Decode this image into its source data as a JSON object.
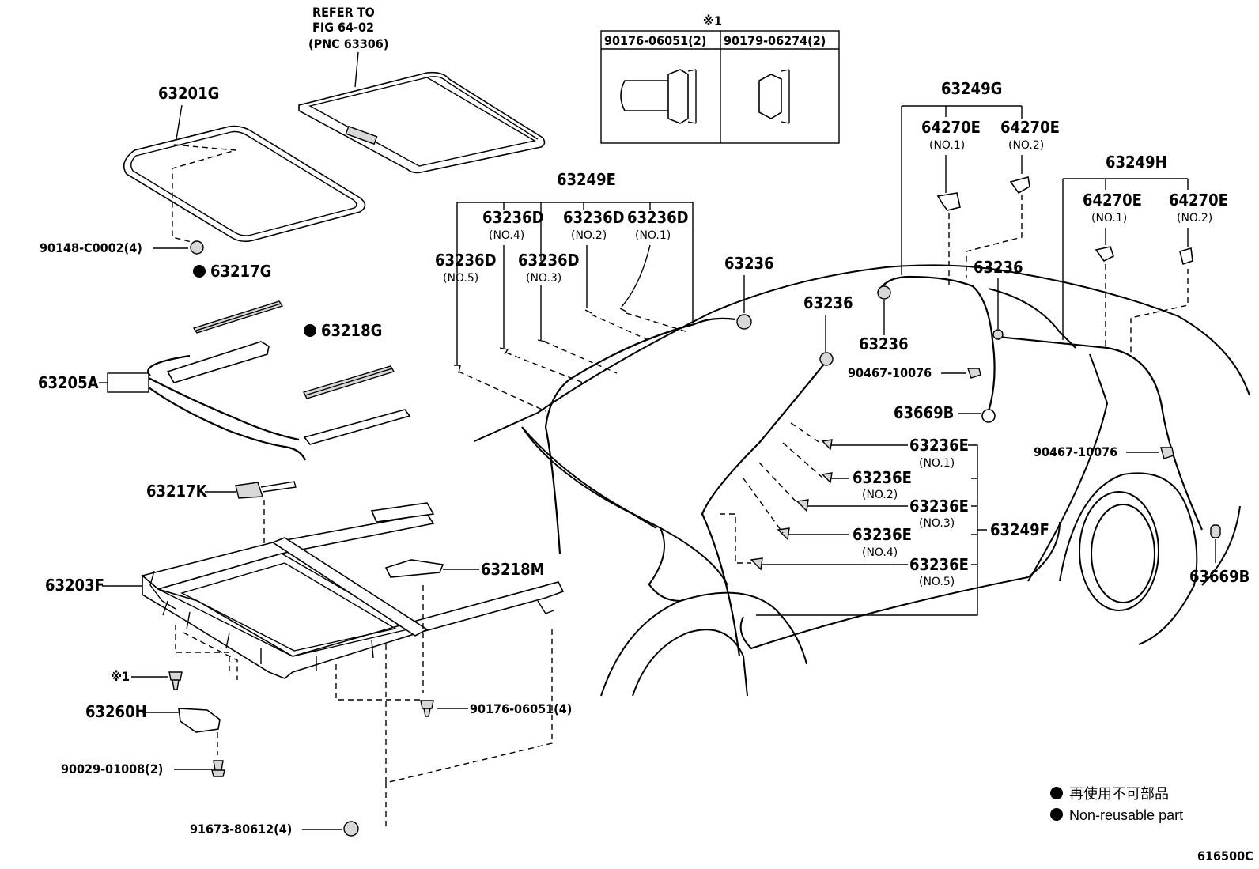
{
  "refer": {
    "line1": "REFER TO",
    "line2": "FIG 64-02",
    "line3": "(PNC 63306)"
  },
  "note_table": {
    "marker": "※1",
    "col1": "90176-06051(2)",
    "col2": "90179-06274(2)"
  },
  "labels": {
    "p63201G": "63201G",
    "p90148": "90148-C0002(4)",
    "p63217G": "63217G",
    "p63218G": "63218G",
    "p63205A": "63205A",
    "p63217K": "63217K",
    "p63218M": "63218M",
    "p63203F": "63203F",
    "note1": "※1",
    "p90176b": "90176-06051(4)",
    "p63260H": "63260H",
    "p90029": "90029-01008(2)",
    "p91673": "91673-80612(4)",
    "p63249E": "63249E",
    "d5": "63236D",
    "d5n": "(NO.5)",
    "d4": "63236D",
    "d4n": "(NO.4)",
    "d3": "63236D",
    "d3n": "(NO.3)",
    "d2": "63236D",
    "d2n": "(NO.2)",
    "d1": "63236D",
    "d1n": "(NO.1)",
    "p63236a": "63236",
    "p63236b": "63236",
    "p63249G": "63249G",
    "g1": "64270E",
    "g1n": "(NO.1)",
    "g2": "64270E",
    "g2n": "(NO.2)",
    "p63236c": "63236",
    "p63236d": "63236",
    "p90467a": "90467-10076",
    "p63669Ba": "63669B",
    "p63249H": "63249H",
    "h1": "64270E",
    "h1n": "(NO.1)",
    "h2": "64270E",
    "h2n": "(NO.2)",
    "e1": "63236E",
    "e1n": "(NO.1)",
    "e2": "63236E",
    "e2n": "(NO.2)",
    "e3": "63236E",
    "e3n": "(NO.3)",
    "e4": "63236E",
    "e4n": "(NO.4)",
    "e5": "63236E",
    "e5n": "(NO.5)",
    "p63249F": "63249F",
    "p90467b": "90467-10076",
    "p63669Bb": "63669B"
  },
  "legend": {
    "jp": "再使用不可部品",
    "en": "Non-reusable part"
  },
  "figure_code": "616500C"
}
